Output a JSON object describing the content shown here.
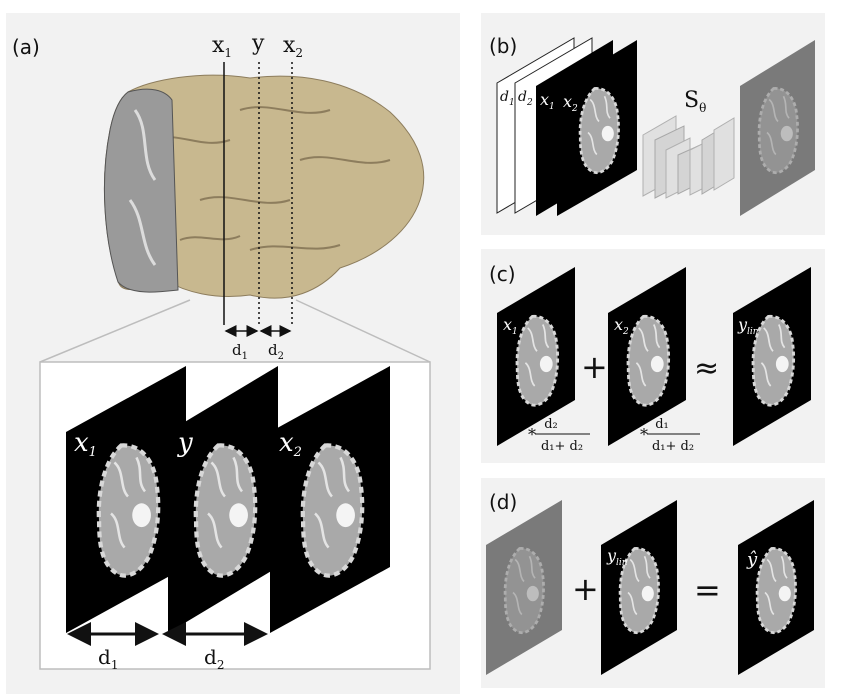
{
  "panels": {
    "a": {
      "label": "(a)"
    },
    "b": {
      "label": "(b)"
    },
    "c": {
      "label": "(c)"
    },
    "d": {
      "label": "(d)"
    }
  },
  "slices": {
    "x1": "x",
    "x2": "x",
    "y": "y",
    "sub1": "1",
    "sub2": "2"
  },
  "distances": {
    "d": "d",
    "sub1": "1",
    "sub2": "2"
  },
  "network": {
    "label": "S",
    "sub": "θ"
  },
  "ylin": {
    "base": "y",
    "sub": "lin"
  },
  "yhat": "ŷ",
  "operators": {
    "plus": "+",
    "approx": "≈",
    "equals": "=",
    "star": "*"
  },
  "weights": {
    "w1": {
      "num": "d₂",
      "den": "d₁+ d₂"
    },
    "w2": {
      "num": "d₁",
      "den": "d₁+ d₂"
    }
  },
  "colors": {
    "panel_bg": "#f2f2f2",
    "slice_bg": "#000000",
    "brain_surface": "#c8b88f",
    "residual_bg": "#7a7a7a"
  }
}
